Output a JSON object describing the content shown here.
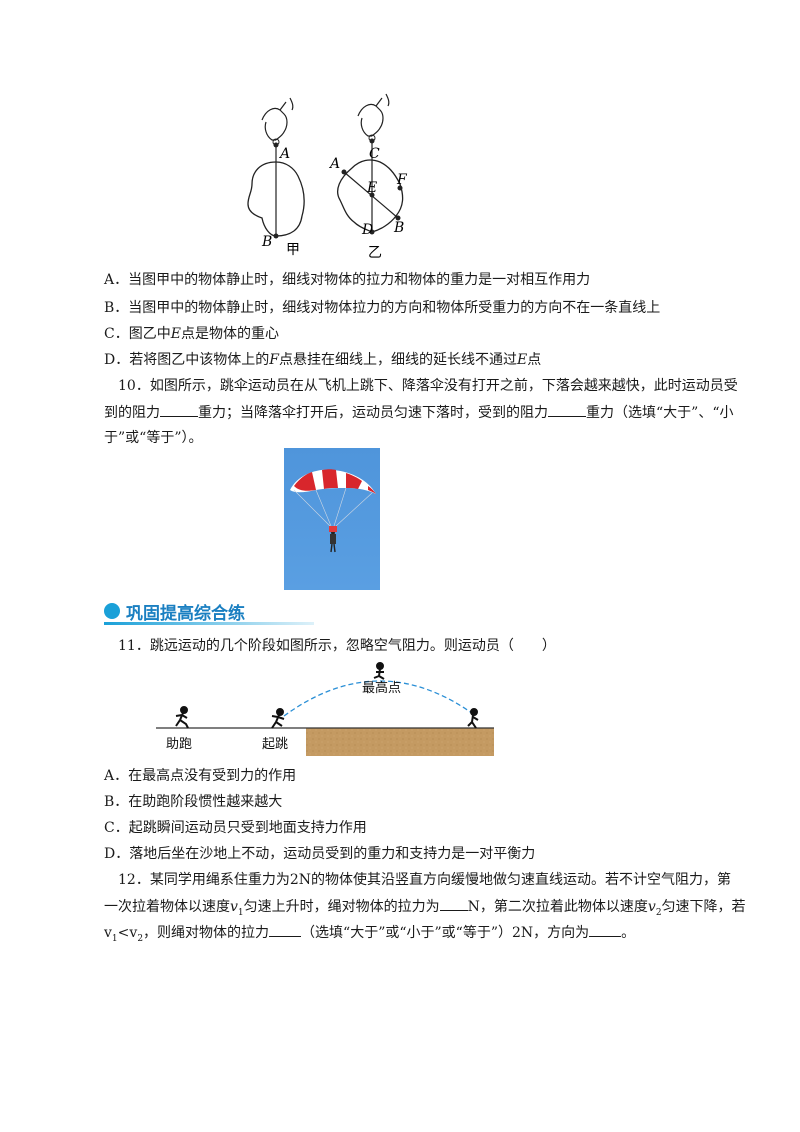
{
  "figure1": {
    "labels": {
      "A1": "A",
      "B1": "B",
      "jia": "甲",
      "A2": "A",
      "C": "C",
      "E": "E",
      "F": "F",
      "B2": "B",
      "D": "D",
      "yi": "乙"
    }
  },
  "q9": {
    "options": [
      {
        "letter": "A．",
        "text": "当图甲中的物体静止时，细线对物体的拉力和物体的重力是一对相互作用力"
      },
      {
        "letter": "B．",
        "text": "当图甲中的物体静止时，细线对物体拉力的方向和物体所受重力的方向不在一条直线上"
      },
      {
        "letter": "C．",
        "pre": "图乙中",
        "var": "E",
        "post": "点是物体的重心"
      },
      {
        "letter": "D．",
        "pre": "若将图乙中该物体上的",
        "var": "F",
        "mid": "点悬挂在细线上，细线的延长线不通过",
        "var2": "E",
        "post": "点"
      }
    ]
  },
  "q10": {
    "line1": "10．如图所示，跳伞运动员在从飞机上跳下、降落伞没有打开之前，下落会越来越快，此时运动员受",
    "line2a": "到的阻力",
    "line2b": "重力；当降落伞打开后，运动员匀速下落时，受到的阻力",
    "line2c": "重力（选填“大于”、“小",
    "line3": "于”或“等于”）。"
  },
  "section": {
    "title": "巩固提高综合练"
  },
  "q11": {
    "stem": "11．跳远运动的几个阶段如图所示，忽略空气阻力。则运动员（　　）",
    "fig_labels": {
      "top": "最高点",
      "run": "助跑",
      "jump": "起跳"
    },
    "options": [
      {
        "letter": "A．",
        "text": "在最高点没有受到力的作用"
      },
      {
        "letter": "B．",
        "text": "在助跑阶段惯性越来越大"
      },
      {
        "letter": "C．",
        "text": "起跳瞬间运动员只受到地面支持力作用"
      },
      {
        "letter": "D．",
        "text": "落地后坐在沙地上不动，运动员受到的重力和支持力是一对平衡力"
      }
    ]
  },
  "q12": {
    "line1": "12．某同学用绳系住重力为2N的物体使其沿竖直方向缓慢地做匀速直线运动。若不计空气阻力，第",
    "line2a": "一次拉着物体以速度",
    "v1": "v",
    "sub1": "1",
    "line2b": "匀速上升时，绳对物体的拉力为",
    "line2c": "N，第二次拉着此物体以速度",
    "v2": "v",
    "sub2": "2",
    "line2d": "匀速下降，若",
    "line3a": "v",
    "line3sub1": "1",
    "line3lt": "<",
    "line3b": "v",
    "line3sub2": "2",
    "line3c": "，则绳对物体的拉力",
    "line3d": "（选填“大于”或“小于”或“等于”）2N，方向为",
    "line3e": "。"
  }
}
